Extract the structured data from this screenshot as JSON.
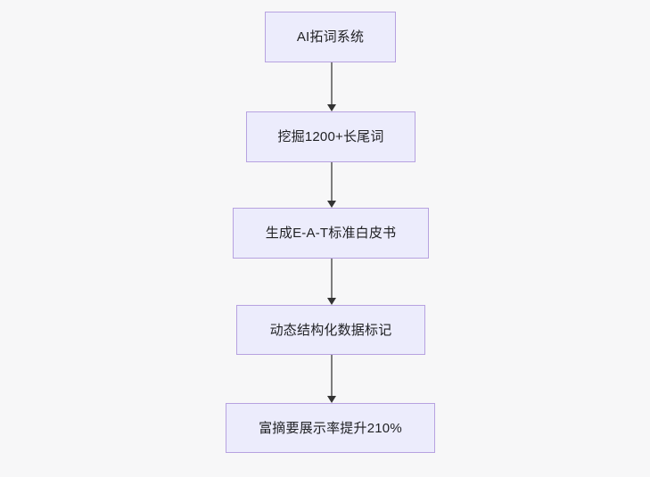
{
  "diagram": {
    "type": "flowchart",
    "orientation": "top-to-bottom",
    "background_color": "#f7f7f8",
    "node_fill_color": "#ececfc",
    "node_border_color": "#b7a2e0",
    "node_text_color": "#1f2023",
    "edge_line_color": "#7d7d7d",
    "edge_arrow_color": "#333333",
    "nodes": [
      {
        "id": "n1",
        "label": "AI拓词系统"
      },
      {
        "id": "n2",
        "label": "挖掘1200+长尾词"
      },
      {
        "id": "n3",
        "label": "生成E-A-T标准白皮书"
      },
      {
        "id": "n4",
        "label": "动态结构化数据标记"
      },
      {
        "id": "n5",
        "label": "富摘要展示率提升210%"
      }
    ],
    "edges": [
      {
        "id": "e1",
        "from": "n1",
        "to": "n2",
        "label": ""
      },
      {
        "id": "e2",
        "from": "n2",
        "to": "n3",
        "label": ""
      },
      {
        "id": "e3",
        "from": "n3",
        "to": "n4",
        "label": ""
      },
      {
        "id": "e4",
        "from": "n4",
        "to": "n5",
        "label": ""
      }
    ]
  }
}
